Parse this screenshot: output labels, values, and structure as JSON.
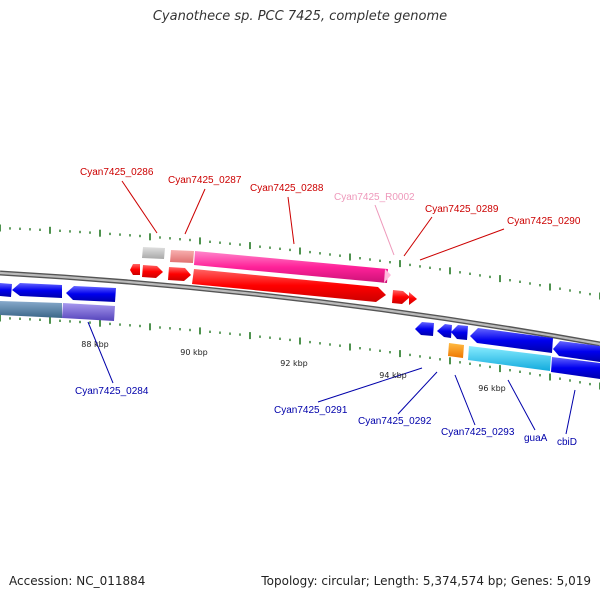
{
  "title": "Cyanothece sp. PCC 7425, complete genome",
  "footer": {
    "accession": "Accession: NC_011884",
    "summary": "Topology: circular; Length: 5,374,574 bp; Genes: 5,019"
  },
  "colors": {
    "forward_label": "#cc0000",
    "reverse_label": "#0000aa",
    "rna_label": "#ee99bb",
    "backbone": "#888888",
    "tick": "#227722"
  },
  "ticks": [
    "88 kbp",
    "90 kbp",
    "92 kbp",
    "94 kbp",
    "96 kbp"
  ],
  "genes": [
    {
      "name": "Cyan7425_0286",
      "strand": "forward"
    },
    {
      "name": "Cyan7425_0287",
      "strand": "forward"
    },
    {
      "name": "Cyan7425_0288",
      "strand": "forward"
    },
    {
      "name": "Cyan7425_R0002",
      "strand": "rna"
    },
    {
      "name": "Cyan7425_0289",
      "strand": "forward"
    },
    {
      "name": "Cyan7425_0290",
      "strand": "forward"
    },
    {
      "name": "Cyan7425_0284",
      "strand": "reverse"
    },
    {
      "name": "Cyan7425_0291",
      "strand": "reverse"
    },
    {
      "name": "Cyan7425_0292",
      "strand": "reverse"
    },
    {
      "name": "Cyan7425_0293",
      "strand": "reverse"
    },
    {
      "name": "guaA",
      "strand": "reverse"
    },
    {
      "name": "cbiD",
      "strand": "reverse"
    }
  ]
}
